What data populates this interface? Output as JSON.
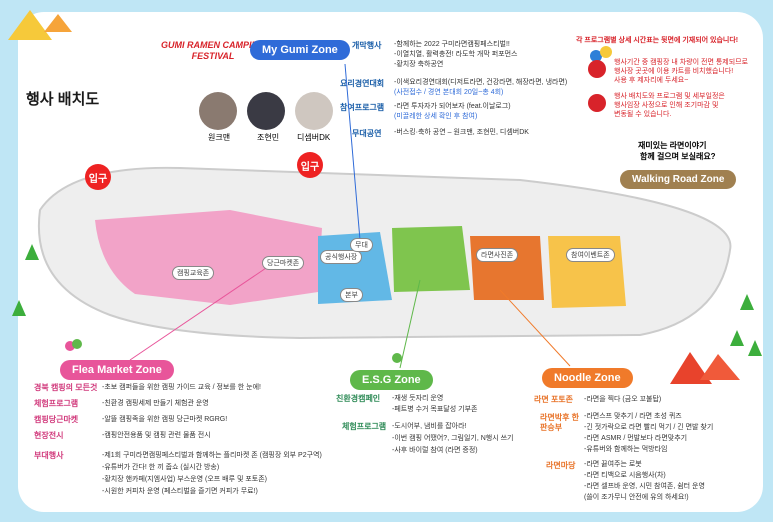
{
  "header": {
    "title": "행사 배치도",
    "festival_logo": "GUMI RAMEN CAMPING FESTIVAL",
    "my_gumi_zone": "My Gumi Zone"
  },
  "program": {
    "opening": {
      "label": "개막행사",
      "lines": [
        "-함께하는 2022 구미라면캠핑페스티벌!!",
        "-이열치열, 활력충전! 라도학 개막 퍼포먼스",
        "-황치장 축하공연"
      ]
    },
    "cooking": {
      "label": "요리경연대회",
      "lines": [
        "-이색요리경연대회(디저트라면, 건강라면, 해장라면, 냉라면)",
        "(사전접수 / 경연 본대회 20일~총 4회)"
      ]
    },
    "participation": {
      "label": "참여프로그램",
      "lines": [
        "-라면 투자자가 되어보자 (feat.이날로그)",
        "(미끌레한 상세 확인 후 참여)"
      ]
    },
    "stage": {
      "label": "무대공연",
      "lines": [
        "-버스킹·축하 공연 – 원크맨, 조현민, 디셈버DK"
      ]
    }
  },
  "performers": [
    "원크맨",
    "조현민",
    "디셈버DK"
  ],
  "notices": {
    "top": "각 프로그램별 상세 시간표는 뒷면에 기재되어 있습니다!",
    "cart": [
      "행사기간 중 캠핑장 내 차량이 전면 통제되므로",
      "행사장 곳곳에 이용 카트를 비치했습니다!",
      "사용 후 제자리에 두세요~"
    ],
    "change": [
      "행사 배치도와 프로그램 및 세부일정은",
      "행사임장 사정으로 인해 조기마감 및",
      "변동될 수 있습니다."
    ]
  },
  "walking": {
    "question": [
      "재미있는 라면이야기",
      "함께 걸으며 보실래요?"
    ],
    "zone": "Walking Road Zone"
  },
  "map": {
    "gates": [
      "입구",
      "입구"
    ],
    "labels": [
      "캠핑교육존",
      "당근마켓존",
      "공식행사장",
      "라면사진존",
      "참여이벤트존",
      "무대",
      "본부"
    ]
  },
  "flea": {
    "zone": "Flea Market Zone",
    "rows": [
      {
        "label": "경북 캠핑의 모든것",
        "text": "-초보 캠퍼들을 위한 캠핑 가이드 교육 / 정보를 한 눈에!"
      },
      {
        "label": "체험프로그램",
        "text": "-친환경 캠핑세제 만들기 체험관 운영"
      },
      {
        "label": "캠핑당근마켓",
        "text": "-알뜰 캠핑족을 위한 캠핑 당근마켓 RGRG!"
      },
      {
        "label": "현장전시",
        "text": "-캠핑안전용품 및 캠핑 관련 물품 전시"
      },
      {
        "label": "부대행사",
        "text": "-제1회 구미라면캠핑페스티벌과 함께하는 플리마켓 존 (캠핑장 외부 P2구역)"
      }
    ],
    "extra": [
      "-유튜버가 간다! 한 끼 줍쇼 (실시간 방송)",
      "-황치장 핸카페(지엠사업) 부스운영 (오프 배루 및 포토존)",
      "-시원한 커피차 운영 (페스티벌을 즐기면 커피가 무료!)"
    ]
  },
  "esg": {
    "zone": "E.S.G Zone",
    "rows": [
      {
        "label": "친환경캠페인",
        "lines": [
          "-재생 듯자리 운영",
          "-페트병 수거 목표달성 기부존"
        ]
      },
      {
        "label": "체험프로그램",
        "lines": [
          "-도시어부, 냄비를 잡아라!",
          "-이번 캠핑 어땠어?, 그림일기, N행시 쓰기",
          "-사후 바이럴 참여 (라면 증정)"
        ]
      }
    ]
  },
  "noodle": {
    "zone": "Noodle Zone",
    "rows": [
      {
        "label": "라면 포토존",
        "lines": [
          "-라면을 찍다 (금오 꼬불탑)"
        ]
      },
      {
        "label": "라면박후 한판승부",
        "lines": [
          "-라면스프 맞추기 / 라면 초성 퀴즈",
          "-긴 젓가락으로 라면 빨리 먹기 / 긴 면발 찾기",
          "-라면 ASMR / 먼발보다 라면맞추기",
          "-유튜버와 함께하는 먹방타임"
        ]
      },
      {
        "label": "라면마당",
        "lines": [
          "-라면 끓여주는 로봇",
          "-라면 티백으로 시음행사(차)",
          "-라면 셀프바 운영, 시민 참여존, 쉼터 운영",
          "(쓸이 조가무니 안전에 유의 하세요!)"
        ]
      }
    ]
  },
  "colors": {
    "flea": "#e8559a",
    "esg": "#5fb84a",
    "noodle": "#f07a2a",
    "blue": "#2f6bd8",
    "red": "#d8232a"
  }
}
